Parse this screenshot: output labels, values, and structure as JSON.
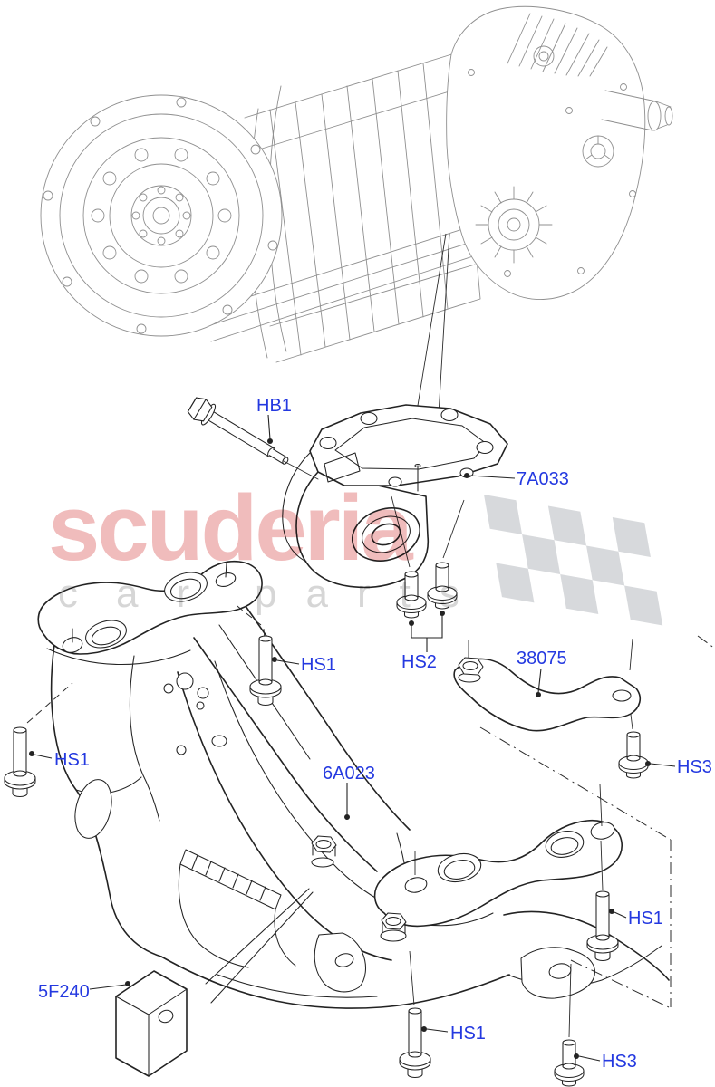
{
  "colors": {
    "callout": "#2439e0",
    "line": "#232323",
    "reference_line": "#8f8f8f",
    "watermark_brand": "#f0bcbc",
    "watermark_text": "#d6d6d6",
    "flag": "#d7d9dc"
  },
  "watermark": {
    "brand": "scuderia",
    "word1": "car",
    "word2": "parts"
  },
  "callouts": {
    "hb1": {
      "label": "HB1"
    },
    "p7a033": {
      "label": "7A033"
    },
    "hs1_mid": {
      "label": "HS1"
    },
    "hs2": {
      "label": "HS2"
    },
    "p38075": {
      "label": "38075"
    },
    "hs1_left": {
      "label": "HS1"
    },
    "hs3_right": {
      "label": "HS3"
    },
    "p6a023": {
      "label": "6A023"
    },
    "hs1_right": {
      "label": "HS1"
    },
    "p5f240": {
      "label": "5F240"
    },
    "hs1_bottom": {
      "label": "HS1"
    },
    "hs3_bottom": {
      "label": "HS3"
    }
  }
}
